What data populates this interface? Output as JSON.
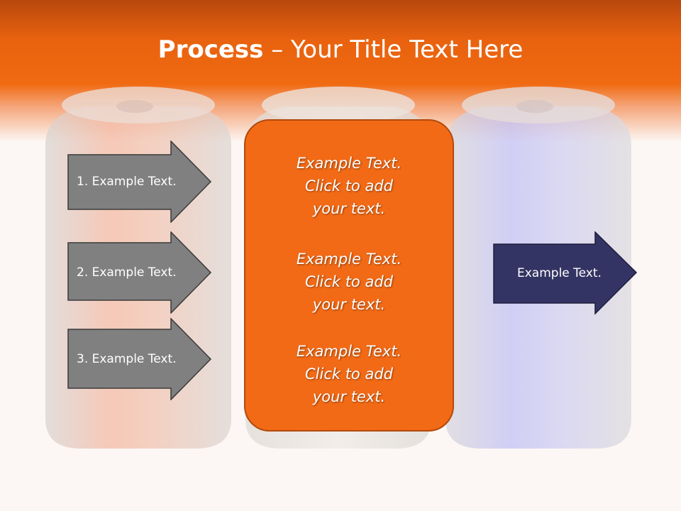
{
  "slide": {
    "title_bold": "Process",
    "title_dash": " – ",
    "title_rest": "Your Title Text Here"
  },
  "left_arrows": [
    {
      "label": "1. Example Text."
    },
    {
      "label": "2. Example Text."
    },
    {
      "label": "3. Example Text."
    }
  ],
  "center_box": {
    "blocks": [
      {
        "lines": [
          "Example Text.",
          "Click  to add",
          "your text."
        ]
      },
      {
        "lines": [
          "Example Text.",
          "Click  to add",
          "your text."
        ]
      },
      {
        "lines": [
          "Example Text.",
          "Click  to add",
          "your text."
        ]
      }
    ]
  },
  "right_arrow": {
    "label": "Example Text."
  },
  "colors": {
    "accent_orange": "#f26a16",
    "arrow_gray": "#808080",
    "arrow_navy": "#343464",
    "header_dark": "#b8480e"
  }
}
